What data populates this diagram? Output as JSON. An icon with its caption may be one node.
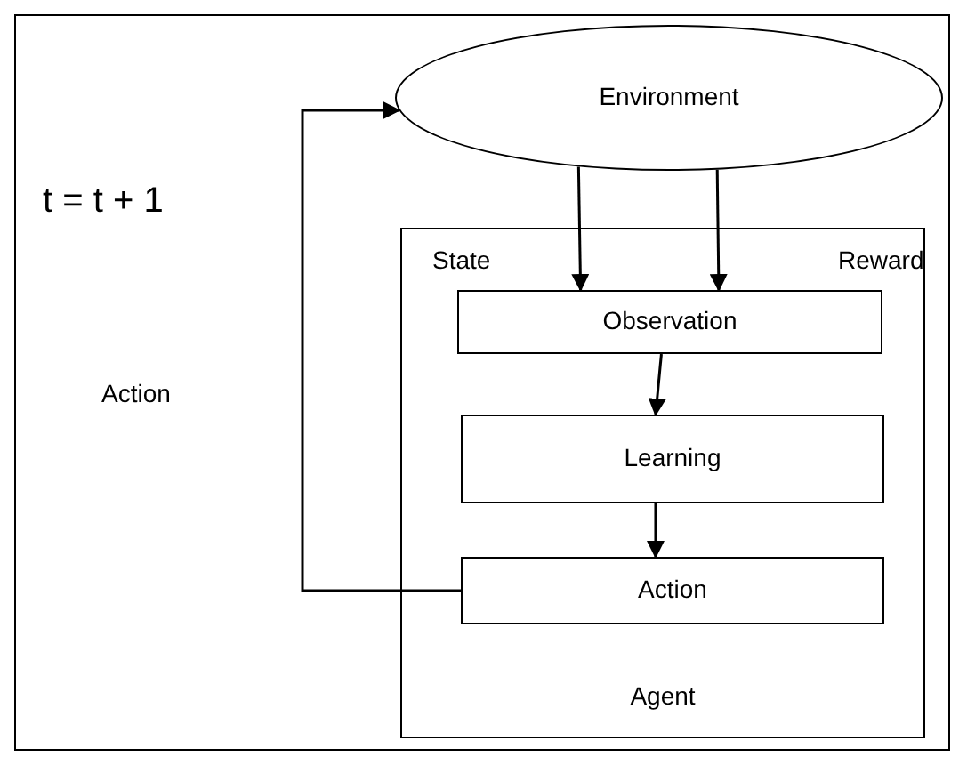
{
  "diagram": {
    "nodes": [
      {
        "text": [
          "Environment"
        ]
      },
      {
        "text": [
          "Agent"
        ]
      },
      {
        "text": [
          "Observation"
        ],
        "in": 1
      },
      {
        "text": [
          "Learning"
        ],
        "in": 1
      },
      {
        "text": [
          "Action"
        ],
        "in": 1
      }
    ],
    "edges": [
      {
        "from": 0,
        "to": 2,
        "arrow": "to"
      },
      {
        "from": 0,
        "to": 2,
        "arrow": "to"
      },
      {
        "from": 2,
        "to": 3,
        "arrow": "to"
      },
      {
        "from": 3,
        "to": 4,
        "arrow": "to"
      },
      {
        "from": 4,
        "to": 0,
        "arrow": "to"
      }
    ],
    "labels": [
      "t = t + 1",
      "State",
      "Reward",
      "Action"
    ]
  }
}
